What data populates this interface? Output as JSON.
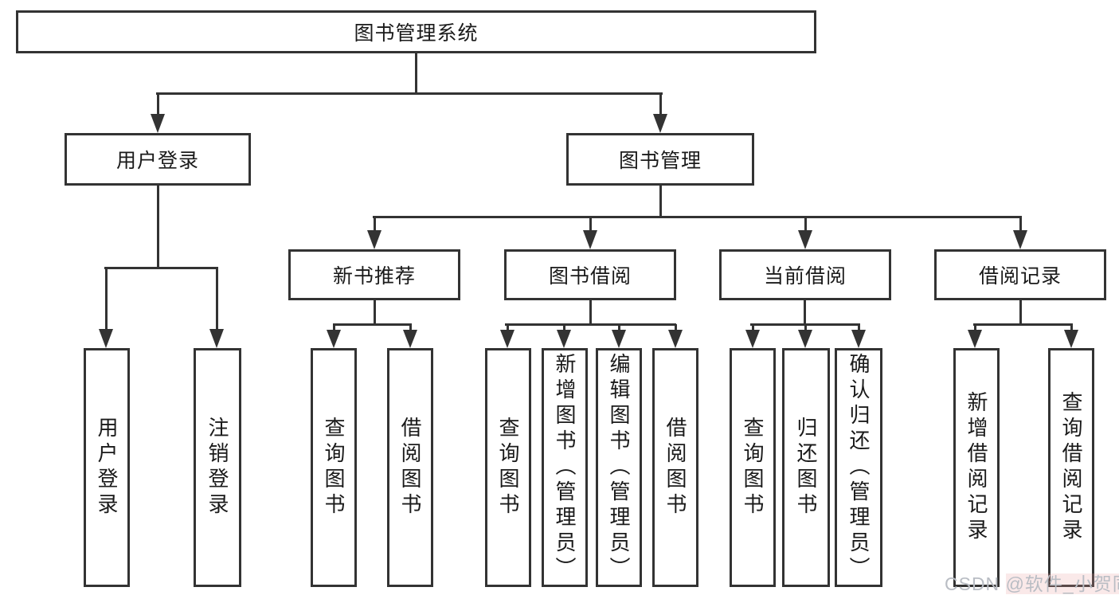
{
  "title": {
    "label": "图书管理系统"
  },
  "nodes": {
    "level2": [
      {
        "label": "用户登录"
      },
      {
        "label": "图书管理"
      }
    ],
    "level3": [
      {
        "label": "新书推荐"
      },
      {
        "label": "图书借阅"
      },
      {
        "label": "当前借阅"
      },
      {
        "label": "借阅记录"
      }
    ],
    "level4": [
      {
        "label": "用户登录"
      },
      {
        "label": "注销登录"
      },
      {
        "label": "查询图书"
      },
      {
        "label": "借阅图书"
      },
      {
        "label": "查询图书"
      },
      {
        "label": "新增图书（管理员）"
      },
      {
        "label": "编辑图书（管理员）"
      },
      {
        "label": "借阅图书"
      },
      {
        "label": "查询图书"
      },
      {
        "label": "归还图书"
      },
      {
        "label": "确认归还（管理员）"
      },
      {
        "label": "新增借阅记录"
      },
      {
        "label": "查询借阅记录"
      }
    ]
  },
  "watermark": {
    "prefix": "CSDN ",
    "handle": "@软件_小贺同学"
  },
  "colors": {
    "line": "#333333",
    "text": "#1a1a1a",
    "watermark": "#b9bdc4",
    "background": "#ffffff"
  }
}
